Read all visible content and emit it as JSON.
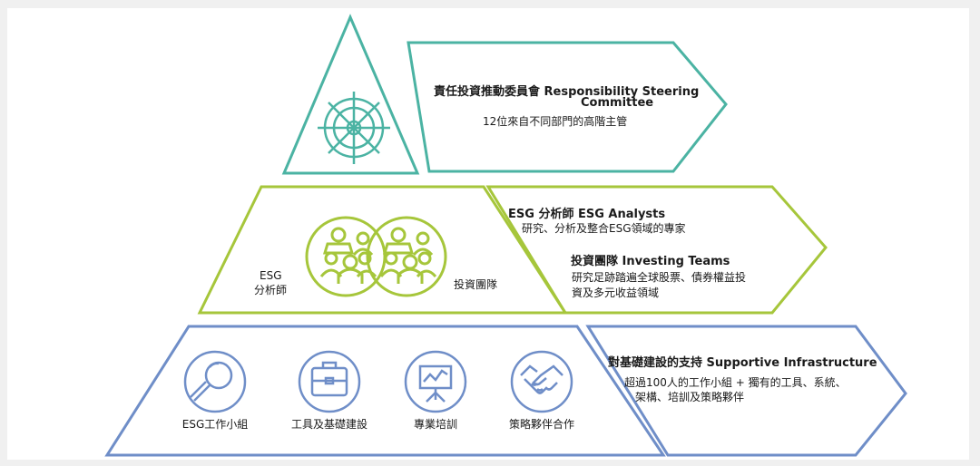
{
  "colors": {
    "teal": "#4bb3a3",
    "lime": "#a6c63b",
    "blue": "#6f8ec8"
  },
  "top_tier": {
    "icon": "ship-wheel-icon",
    "title_line1": "責任投資推動委員會  Responsibility Steering",
    "title_line2": "Committee",
    "desc": "12位來自不同部門的高階主管"
  },
  "middle_tier": {
    "icon_left": "team-people-icon",
    "icon_right": "team-people-icon",
    "label_left_line1": "ESG",
    "label_left_line2": "分析師",
    "label_right": "投資團隊",
    "analysts_title": "ESG 分析師 ESG Analysts",
    "analysts_desc": "研究、分析及整合ESG領域的專家",
    "teams_title": "投資團隊 Investing Teams",
    "teams_desc_line1": "研究足跡踏遍全球股票、債券權益投",
    "teams_desc_line2": "資及多元收益領域"
  },
  "bottom_tier": {
    "title": "對基礎建設的支持 Supportive Infrastructure",
    "desc_line1": "超過100人的工作小組 + 獨有的工具、系統、",
    "desc_line2": "架構、培訓及策略夥伴",
    "items": [
      {
        "icon": "magnifier-icon",
        "label": "ESG工作小組"
      },
      {
        "icon": "briefcase-icon",
        "label": "工具及基礎建設"
      },
      {
        "icon": "presentation-board-icon",
        "label": "專業培訓"
      },
      {
        "icon": "handshake-icon",
        "label": "策略夥伴合作"
      }
    ]
  }
}
